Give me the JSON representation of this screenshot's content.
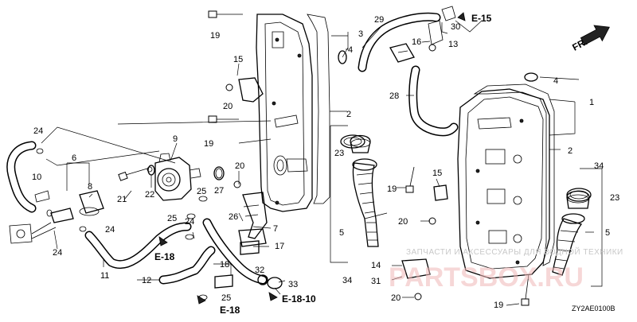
{
  "callouts": {
    "n1": "1",
    "n2a": "2",
    "n2b": "2",
    "n3": "3",
    "n4a": "4",
    "n4b": "4",
    "n5a": "5",
    "n5b": "5",
    "n6": "6",
    "n7": "7",
    "n8": "8",
    "n9": "9",
    "n10": "10",
    "n11": "11",
    "n12": "12",
    "n13": "13",
    "n14": "14",
    "n15a": "15",
    "n15b": "15",
    "n16": "16",
    "n17": "17",
    "n18": "18",
    "n19a": "19",
    "n19b": "19",
    "n19c": "19",
    "n19d": "19",
    "n20a": "20",
    "n20b": "20",
    "n20c": "20",
    "n20d": "20",
    "n21": "21",
    "n22": "22",
    "n23a": "23",
    "n23b": "23",
    "n24a": "24",
    "n24b": "24",
    "n24c": "24",
    "n24d": "24",
    "n25a": "25",
    "n25b": "25",
    "n25c": "25",
    "n26": "26",
    "n27": "27",
    "n28": "28",
    "n29": "29",
    "n30": "30",
    "n31": "31",
    "n32": "32",
    "n33": "33",
    "n34a": "34",
    "n34b": "34"
  },
  "refs": {
    "e15": "E-15",
    "e18a": "E-18",
    "e18b": "E-18",
    "e1810": "E-18-10"
  },
  "direction_label": "FR.",
  "diagram_code": "ZY2AE0100B",
  "watermark": {
    "text": "ЗАПЧАСТИ И АКСЕССУАРЫ ДЛЯ ВОДНОЙ ТЕХНИКИ",
    "brand": "PARTSBOX.RU"
  }
}
